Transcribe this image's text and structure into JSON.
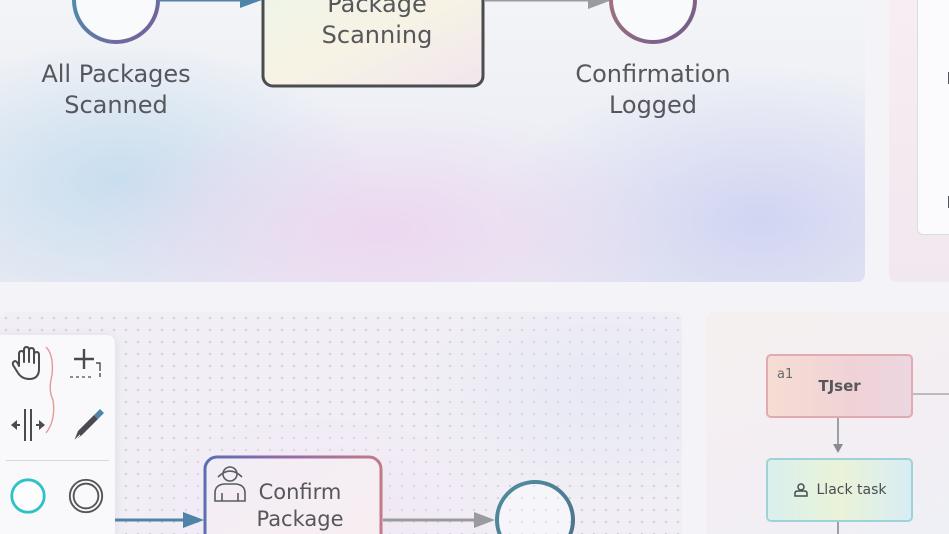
{
  "top_diagram": {
    "start_event_label": "All Packages\nScanned",
    "task_label": "Package\nScanning",
    "end_event_label": "Confirmation\nLogged"
  },
  "bottom_diagram": {
    "task_label": "Confirm\nPackage"
  },
  "mini_diagram": {
    "user_task_id": "a1",
    "user_task_label": "TJser",
    "black_task_label": "Llack task"
  },
  "palette": {
    "tools": [
      "hand-tool-icon",
      "space-tool-icon",
      "lasso-tool-icon",
      "connect-tool-icon",
      "start-event-icon",
      "intermediate-event-icon"
    ]
  },
  "colors": {
    "flow_arrow": "#4f84a8",
    "flow_arrow_gray": "#9a9aa0",
    "event_stroke": "#4e6d8a",
    "start_event_teal": "#2fc1c8"
  }
}
